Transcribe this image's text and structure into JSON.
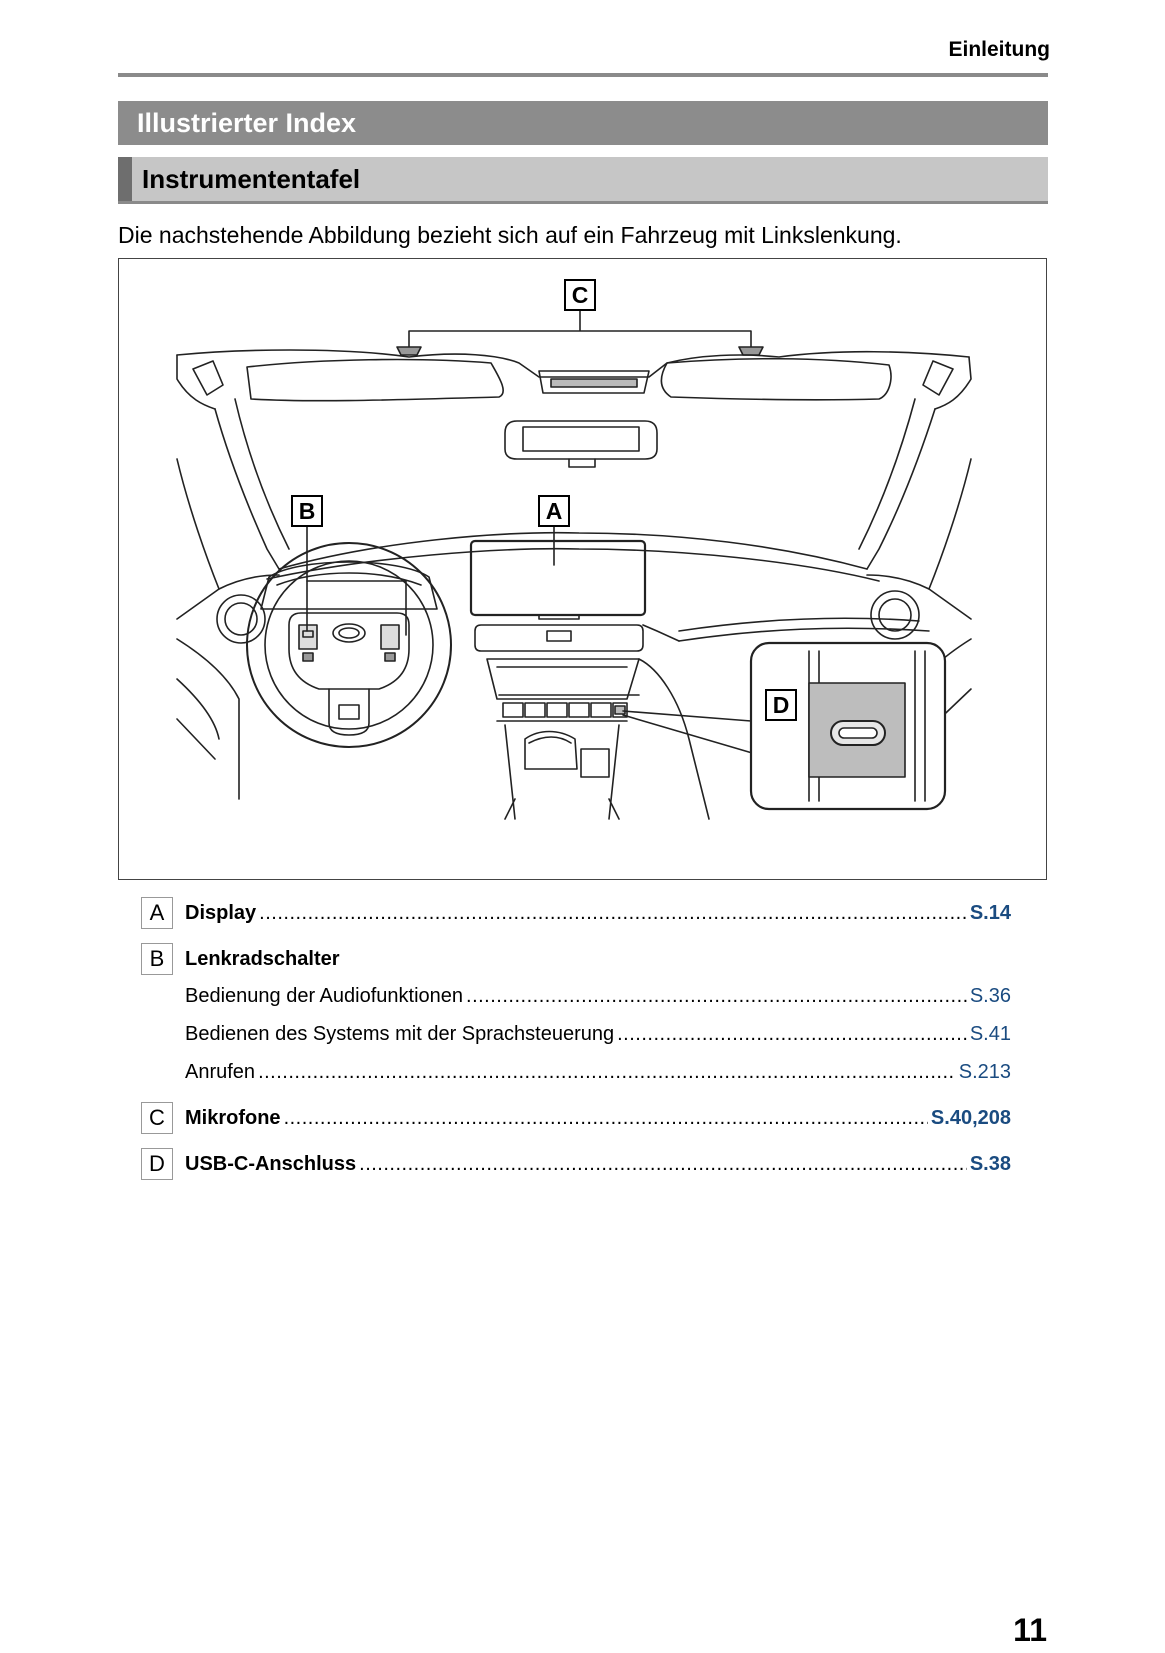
{
  "header": {
    "section": "Einleitung"
  },
  "titles": {
    "main": "Illustrierter Index",
    "sub": "Instrumententafel"
  },
  "intro_text": "Die nachstehende Abbildung bezieht sich auf ein Fahrzeug mit Linkslenkung.",
  "figure": {
    "callouts": {
      "a": "A",
      "b": "B",
      "c": "C",
      "d": "D"
    }
  },
  "index": {
    "a": {
      "letter": "A",
      "label": "Display",
      "page": "S.14"
    },
    "b": {
      "letter": "B",
      "label": "Lenkradschalter",
      "items": [
        {
          "label": "Bedienung der Audiofunktionen",
          "page": "S.36"
        },
        {
          "label": "Bedienen des Systems mit der Sprachsteuerung",
          "page": "S.41"
        },
        {
          "label": "Anrufen",
          "page": "S.213"
        }
      ]
    },
    "c": {
      "letter": "C",
      "label": "Mikrofone",
      "page": "S.40,208"
    },
    "d": {
      "letter": "D",
      "label": "USB-C-Anschluss",
      "page": "S.38"
    }
  },
  "page_number": "11"
}
